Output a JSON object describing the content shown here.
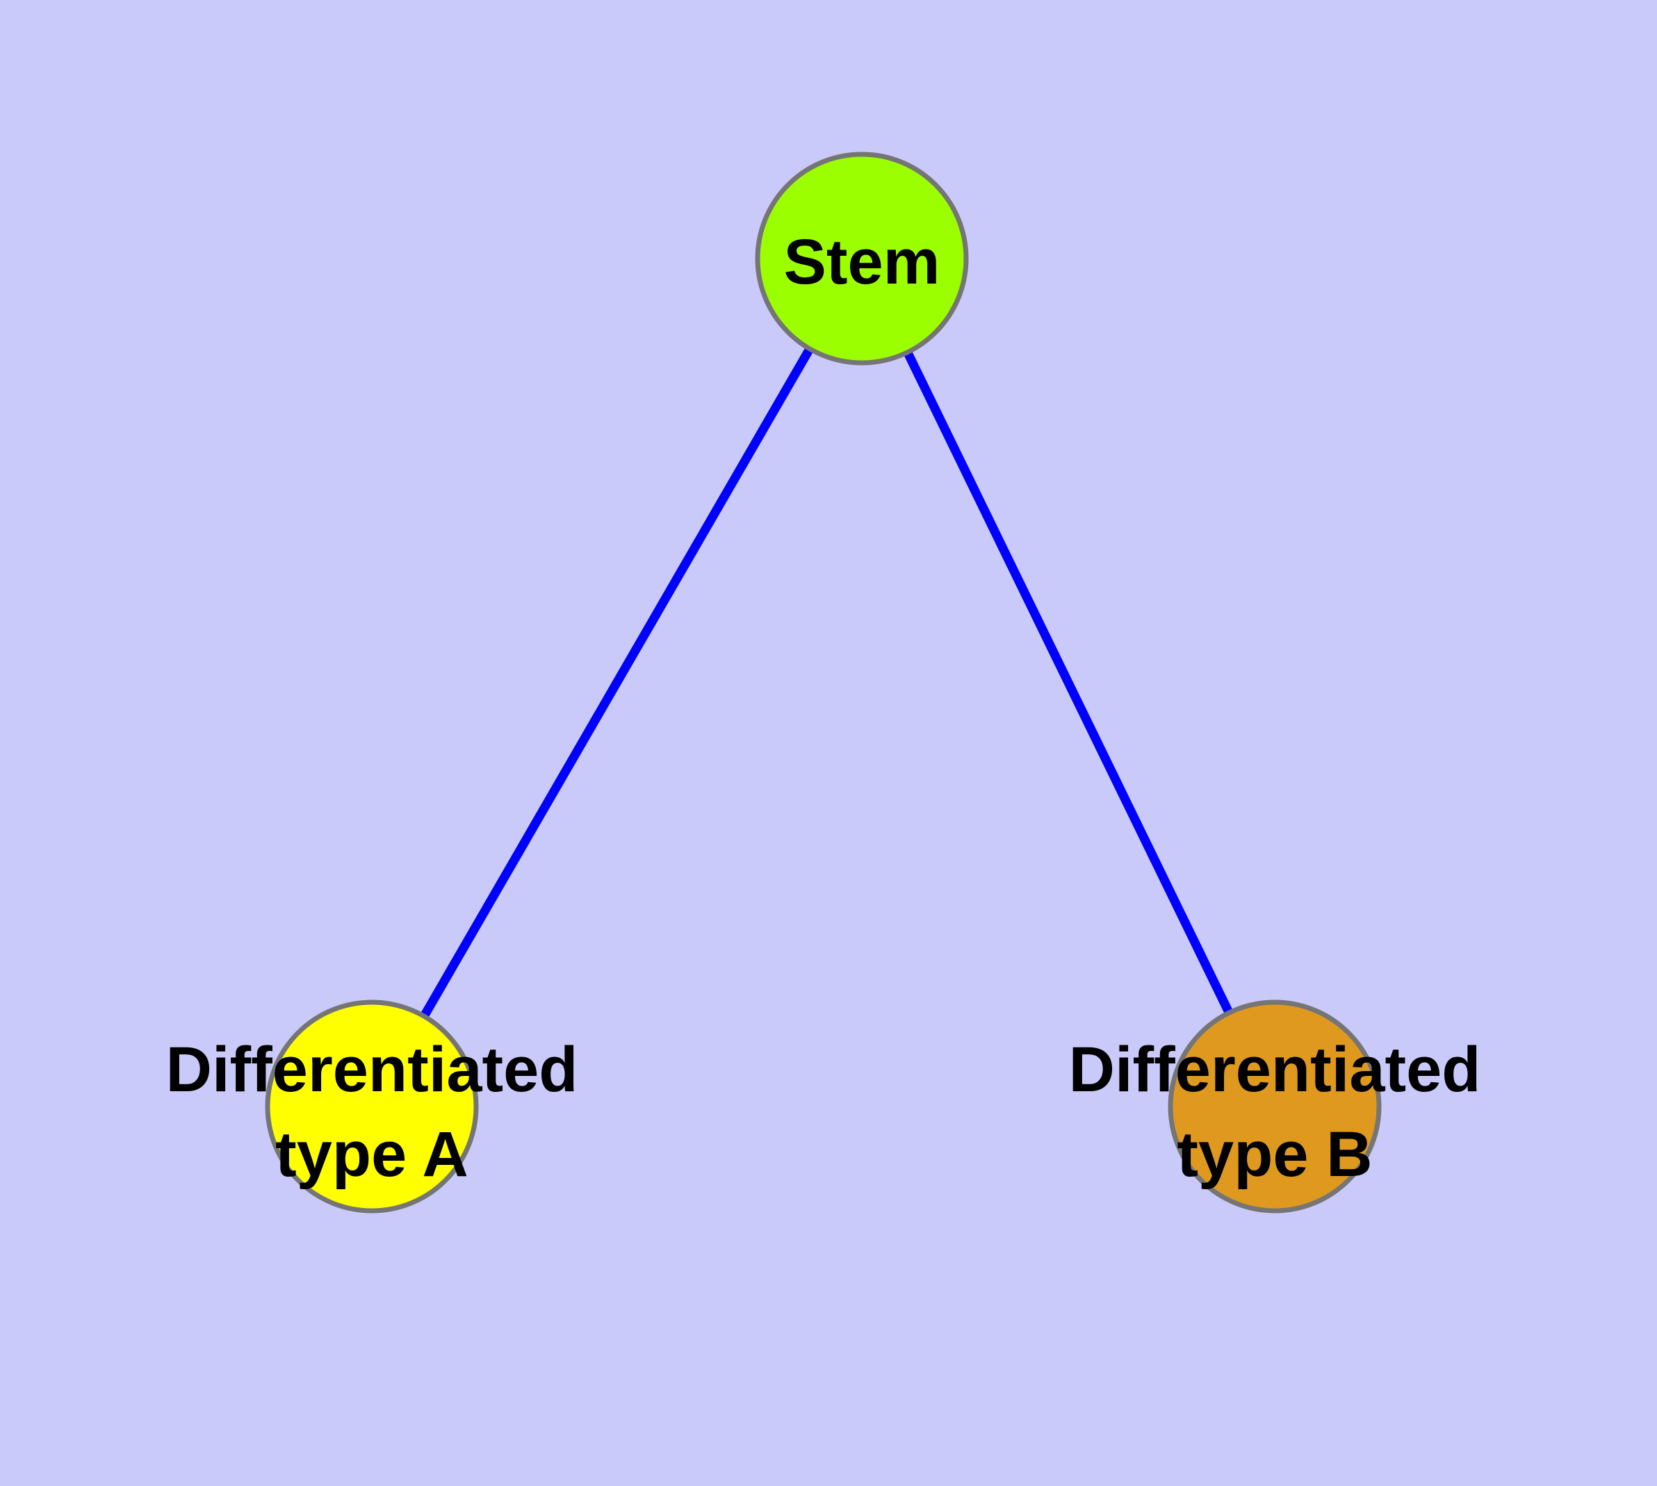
{
  "diagram": {
    "background_color": "#CACAFA",
    "edge_color": "#0000FF",
    "node_border_color": "#757575",
    "label_color": "#000000",
    "nodes": {
      "stem": {
        "label": "Stem",
        "fill": "#9BFF00"
      },
      "type_a": {
        "label_line1": "Differentiated",
        "label_line2": "type A",
        "fill": "#FFFF00"
      },
      "type_b": {
        "label_line1": "Differentiated",
        "label_line2": "type B",
        "fill": "#E0991F"
      }
    },
    "edges": [
      {
        "from": "Stem",
        "to": "Differentiated type A"
      },
      {
        "from": "Stem",
        "to": "Differentiated type B"
      }
    ]
  }
}
